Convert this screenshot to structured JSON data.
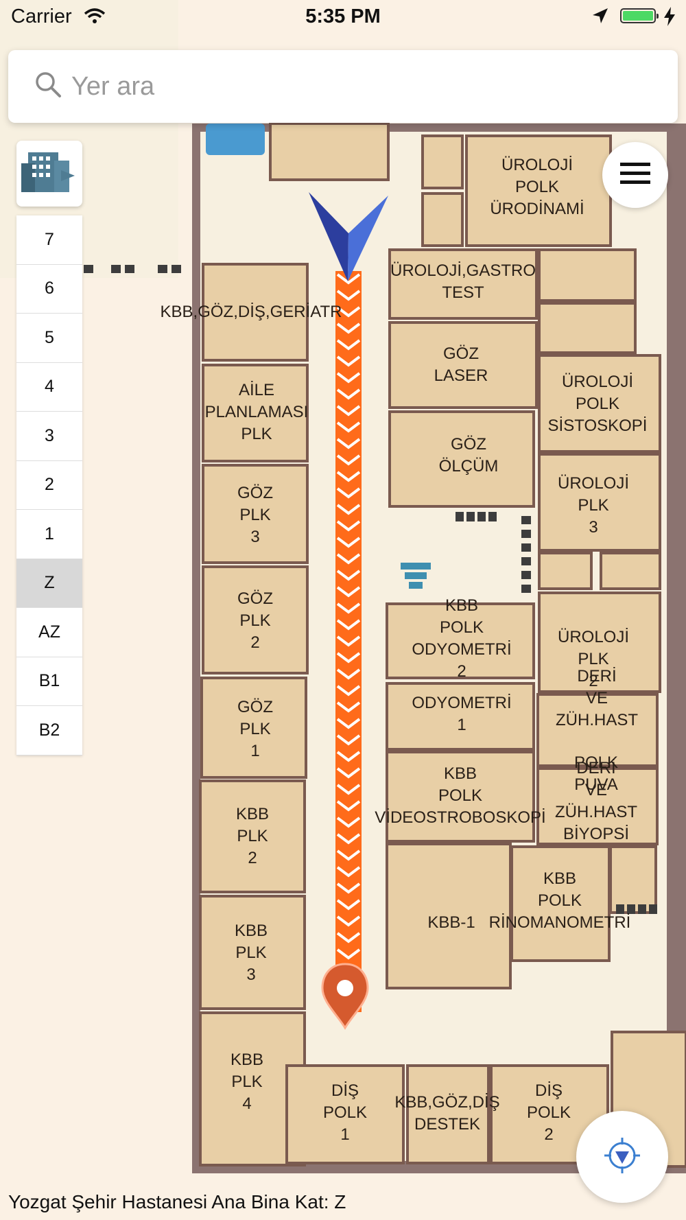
{
  "status_bar": {
    "carrier": "Carrier",
    "time": "5:35 PM"
  },
  "search": {
    "placeholder": "Yer ara"
  },
  "floors": [
    "7",
    "6",
    "5",
    "4",
    "3",
    "2",
    "1",
    "Z",
    "AZ",
    "B1",
    "B2"
  ],
  "selected_floor": "Z",
  "rooms": [
    {
      "id": "urolojiPolk",
      "lines": [
        "ÜROLOJİ",
        "POLK",
        "ÜRODİNAMİ"
      ]
    },
    {
      "id": "urolojiGastro",
      "lines": [
        "ÜROLOJİ,GASTRO",
        "TEST"
      ]
    },
    {
      "id": "kbbGoz",
      "lines": [
        "KBB,GÖZ,DİŞ,GERİATR"
      ]
    },
    {
      "id": "gozLaser",
      "lines": [
        "GÖZ",
        "LASER"
      ]
    },
    {
      "id": "urolojiSisto",
      "lines": [
        "ÜROLOJİ",
        "POLK",
        "SİSTOSKOPİ"
      ]
    },
    {
      "id": "aile",
      "lines": [
        "AİLE",
        "PLANLAMASI",
        "PLK"
      ]
    },
    {
      "id": "gozOlcum",
      "lines": [
        "GÖZ",
        "ÖLÇÜM"
      ]
    },
    {
      "id": "urolojiPlk3",
      "lines": [
        "ÜROLOJİ",
        "PLK",
        "3"
      ]
    },
    {
      "id": "gozPlk3",
      "lines": [
        "GÖZ",
        "PLK",
        "3"
      ]
    },
    {
      "id": "gozPlk2",
      "lines": [
        "GÖZ",
        "PLK",
        "2"
      ]
    },
    {
      "id": "kbbOdyo2",
      "lines": [
        "KBB",
        "POLK",
        "ODYOMETRİ",
        "2"
      ]
    },
    {
      "id": "urolojiPlk2",
      "lines": [
        "ÜROLOJİ",
        "PLK",
        "2"
      ]
    },
    {
      "id": "deriZuh",
      "lines": [
        "DERİ",
        "VE",
        "ZÜH.HAST"
      ]
    },
    {
      "id": "gozPlk1",
      "lines": [
        "GÖZ",
        "PLK",
        "1"
      ]
    },
    {
      "id": "odyo1",
      "lines": [
        "ODYOMETRİ",
        "1"
      ]
    },
    {
      "id": "deriPuva",
      "lines": [
        "POLK",
        "PUVA"
      ]
    },
    {
      "id": "deriBiyopsi",
      "lines": [
        "DERİ",
        "VE",
        "ZÜH.HAST",
        "BİYOPSİ"
      ]
    },
    {
      "id": "kbbPlk2",
      "lines": [
        "KBB",
        "PLK",
        "2"
      ]
    },
    {
      "id": "kbbVideo",
      "lines": [
        "KBB",
        "POLK",
        "VİDEOSTROBOSKOPİ"
      ]
    },
    {
      "id": "kbb1",
      "lines": [
        "KBB-1"
      ]
    },
    {
      "id": "kbbRino",
      "lines": [
        "KBB",
        "POLK",
        "RİNOMANOMETRİ"
      ]
    },
    {
      "id": "kbbPlk3",
      "lines": [
        "KBB",
        "PLK",
        "3"
      ]
    },
    {
      "id": "kbbPlk4",
      "lines": [
        "KBB",
        "PLK",
        "4"
      ]
    },
    {
      "id": "disPolk1",
      "lines": [
        "DİŞ",
        "POLK",
        "1"
      ]
    },
    {
      "id": "kbbGozDestek",
      "lines": [
        "KBB,GÖZ,DİŞ",
        "DESTEK"
      ]
    },
    {
      "id": "disPolk2",
      "lines": [
        "DİŞ",
        "POLK",
        "2"
      ]
    }
  ],
  "footer": {
    "title": "Yozgat Şehir Hastanesi Ana Bina Kat: Z"
  }
}
